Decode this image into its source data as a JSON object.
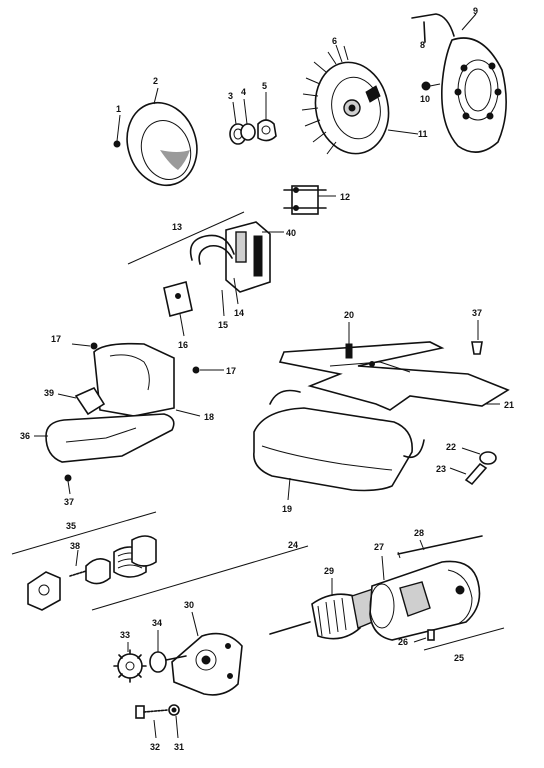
{
  "callouts": {
    "c1": "1",
    "c2": "2",
    "c3": "3",
    "c4": "4",
    "c5": "5",
    "c6": "6",
    "c8": "8",
    "c9": "9",
    "c10": "10",
    "c11": "11",
    "c12": "12",
    "c13": "13",
    "c14": "14",
    "c15": "15",
    "c16": "16",
    "c17a": "17",
    "c17b": "17",
    "c18": "18",
    "c19": "19",
    "c20": "20",
    "c21": "21",
    "c22": "22",
    "c23": "23",
    "c24": "24",
    "c25": "25",
    "c26": "26",
    "c27": "27",
    "c28": "28",
    "c29": "29",
    "c30": "30",
    "c31": "31",
    "c32": "32",
    "c33": "33",
    "c34": "34",
    "c35": "35",
    "c36": "36",
    "c37a": "37",
    "c37b": "37",
    "c38": "38",
    "c39": "39",
    "c40": "40"
  }
}
